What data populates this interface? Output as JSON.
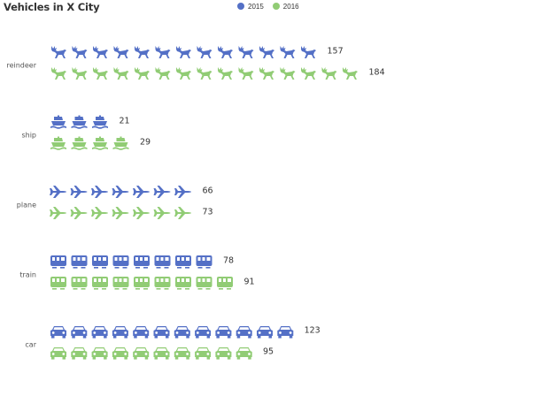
{
  "chart_data": {
    "type": "bar",
    "title": "Vehicles in X City",
    "categories": [
      "reindeer",
      "ship",
      "plane",
      "train",
      "car"
    ],
    "series": [
      {
        "name": "2015",
        "color": "#5470c6",
        "values": [
          157,
          21,
          66,
          78,
          123
        ]
      },
      {
        "name": "2016",
        "color": "#91cc75",
        "values": [
          184,
          29,
          73,
          91,
          95
        ]
      }
    ],
    "units_per_icon": [
      12,
      7,
      10,
      10,
      10
    ],
    "icons": [
      "reindeer-icon",
      "ship-icon",
      "plane-icon",
      "train-icon",
      "car-icon"
    ],
    "legend_position": "top-center",
    "grid": false
  }
}
